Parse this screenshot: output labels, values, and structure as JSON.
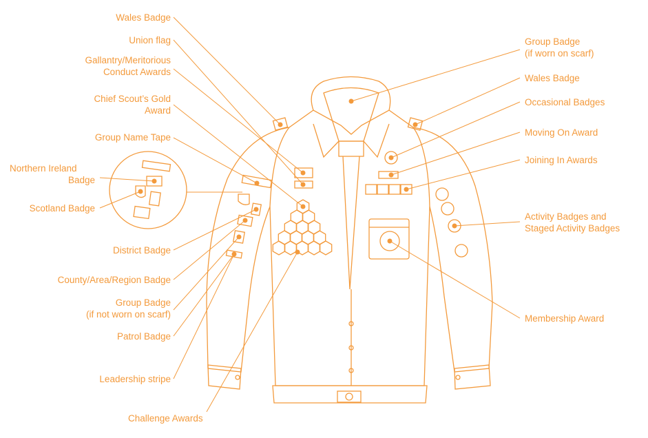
{
  "colors": {
    "accent": "#f39a3c",
    "background": "#ffffff"
  },
  "labels": {
    "wales_badge_left": "Wales Badge",
    "union_flag": "Union flag",
    "gallantry_1": "Gallantry/Meritorious",
    "gallantry_2": "Conduct Awards",
    "chief_scout_1": "Chief Scout’s Gold",
    "chief_scout_2": "Award",
    "group_name_tape": "Group Name Tape",
    "northern_ireland_1": "Northern Ireland",
    "northern_ireland_2": "Badge",
    "scotland_badge": "Scotland Badge",
    "district_badge": "District Badge",
    "county_badge": "County/Area/Region Badge",
    "group_badge_left_1": "Group Badge",
    "group_badge_left_2": "(if not worn on scarf)",
    "patrol_badge": "Patrol Badge",
    "leadership_stripe": "Leadership stripe",
    "challenge_awards": "Challenge Awards",
    "group_badge_right_1": "Group Badge",
    "group_badge_right_2": "(if worn on scarf)",
    "wales_badge_right": "Wales Badge",
    "occasional_badges": "Occasional Badges",
    "moving_on_award": "Moving On Award",
    "joining_in_awards": "Joining In Awards",
    "activity_badges_1": "Activity Badges and",
    "activity_badges_2": "Staged Activity Badges",
    "membership_award": "Membership Award"
  }
}
